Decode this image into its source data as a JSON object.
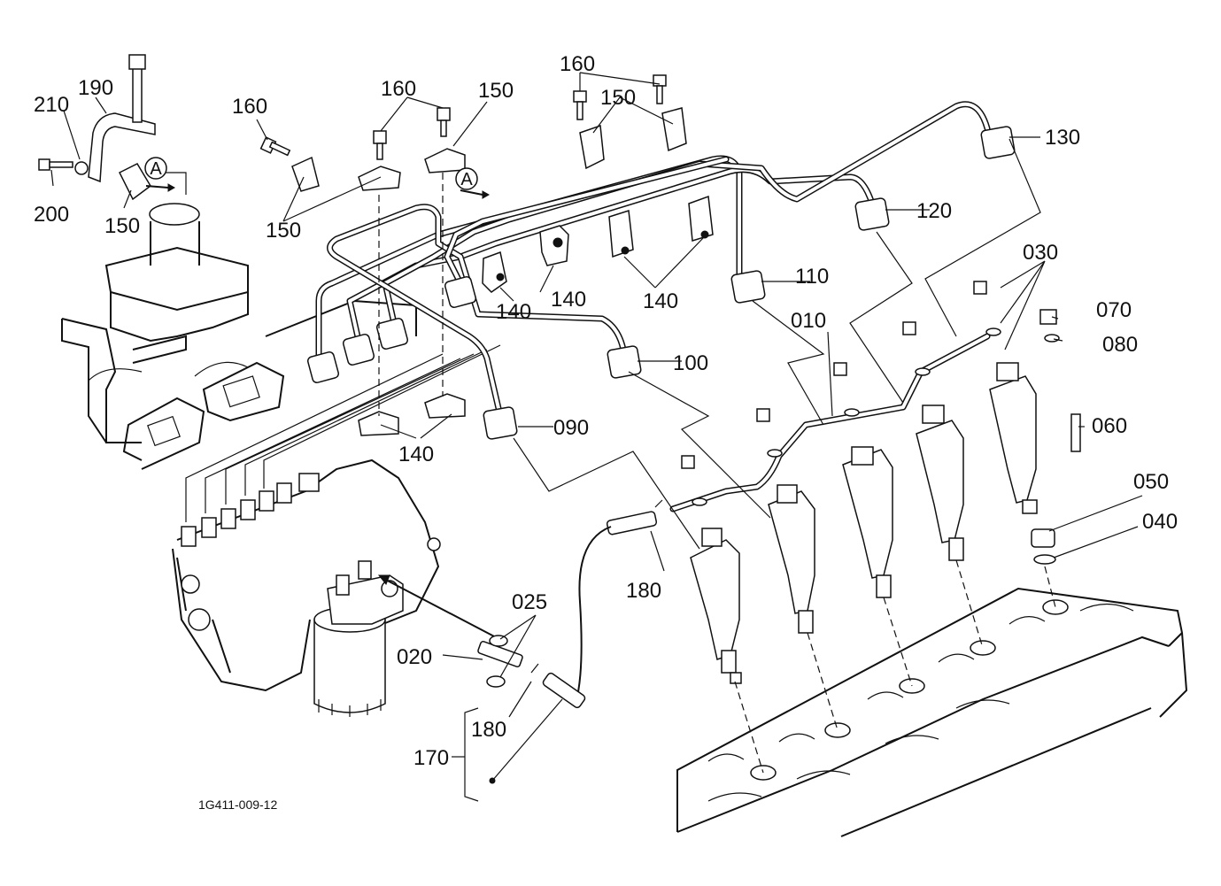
{
  "callouts": {
    "c210": "210",
    "c190": "190",
    "c200": "200",
    "c150_a": "150",
    "c160_a": "160",
    "c150_b": "150",
    "c160_b": "160",
    "c150_c": "150",
    "c160_c": "160",
    "c150_d": "150",
    "c130": "130",
    "c120": "120",
    "c110": "110",
    "c100": "100",
    "c090": "090",
    "c140_a": "140",
    "c140_b": "140",
    "c140_c": "140",
    "c140_d": "140",
    "c010": "010",
    "c030": "030",
    "c070": "070",
    "c080": "080",
    "c060": "060",
    "c050": "050",
    "c040": "040",
    "c180_a": "180",
    "c025": "025",
    "c020": "020",
    "c180_b": "180",
    "c170": "170"
  },
  "reference_marks": {
    "a_left": "A",
    "a_right": "A"
  },
  "drawing_id": "1G411-009-12"
}
